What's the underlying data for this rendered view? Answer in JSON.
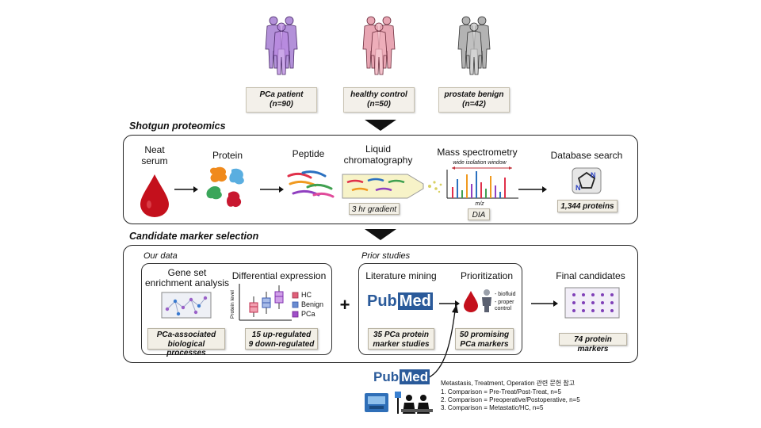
{
  "groups": [
    {
      "name": "PCa patient",
      "n": "(n=90)",
      "color": "#8a5bbf"
    },
    {
      "name": "healthy control",
      "n": "(n=50)",
      "color": "#d46a7e"
    },
    {
      "name": "prostate benign",
      "n": "(n=42)",
      "color": "#777777"
    }
  ],
  "shotgun": {
    "title": "Shotgun proteomics",
    "neat_serum": [
      "Neat",
      "serum"
    ],
    "protein": "Protein",
    "peptide": "Peptide",
    "lc": [
      "Liquid",
      "chromatography"
    ],
    "lc_label": "3 hr gradient",
    "ms": "Mass spectrometry",
    "ms_window": "wide isolation window",
    "ms_axis": "m/z",
    "ms_label": "DIA",
    "db": "Database search",
    "db_label": "1,344 proteins"
  },
  "candidate": {
    "title": "Candidate marker selection",
    "our_data": "Our data",
    "gsea": [
      "Gene set",
      "enrichment analysis"
    ],
    "gsea_label": [
      "PCa-associated",
      "biological processes"
    ],
    "diff": "Differential expression",
    "diff_ylabel": "Protein level",
    "legend": [
      {
        "label": "HC",
        "color": "#e0607a"
      },
      {
        "label": "Benign",
        "color": "#6a8cd0"
      },
      {
        "label": "PCa",
        "color": "#a050c8"
      }
    ],
    "diff_label": [
      "15 up-regulated",
      "9 down-regulated"
    ],
    "plus": "+",
    "prior": "Prior studies",
    "lit": "Literature mining",
    "pubmed_a": "Pub",
    "pubmed_b": "Med",
    "lit_label": [
      "35 PCa protein",
      "marker studies"
    ],
    "prio": "Prioritization",
    "prio_items": [
      "- biofluid",
      "- proper",
      "  control"
    ],
    "prio_label": [
      "50 promising",
      "PCa markers"
    ],
    "final": "Final candidates",
    "final_label": "74 protein markers"
  },
  "bottom": {
    "pubmed_a": "Pub",
    "pubmed_b": "Med",
    "note_title": "Metastasis, Treatment, Operation 관련 문헌 참고",
    "notes": [
      "1. Comparison = Pre-Treat/Post-Treat, n=5",
      "2. Comparison = Preoperative/Postoperative, n=5",
      "3. Comparison = Metastatic/HC, n=5"
    ]
  }
}
